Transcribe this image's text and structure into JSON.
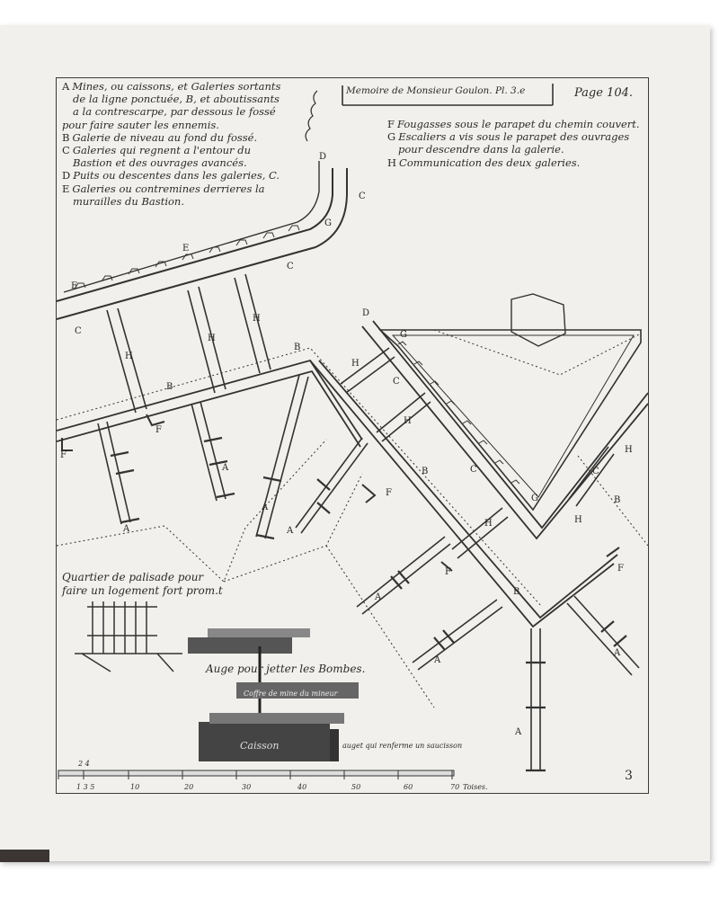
{
  "plate": {
    "title": "Memoire de Monsieur Goulon. Pl. 3.e",
    "page_ref": "Page 104.",
    "plate_number": "3"
  },
  "legend_left": [
    {
      "key": "A",
      "lines": [
        "Mines, ou caissons, et Galeries sortants",
        "de la ligne ponctuée, B, et aboutissants",
        "a la contrescarpe, par dessous le fossé",
        "pour faire sauter les ennemis."
      ]
    },
    {
      "key": "B",
      "lines": [
        "Galerie de niveau au fond du fossé."
      ]
    },
    {
      "key": "C",
      "lines": [
        "Galeries qui regnent a l'entour du",
        "Bastion et des ouvrages avancés."
      ]
    },
    {
      "key": "D",
      "lines": [
        "Puits ou descentes dans les galeries, C."
      ]
    },
    {
      "key": "E",
      "lines": [
        "Galeries ou contremines derrieres la",
        "murailles du Bastion."
      ]
    }
  ],
  "legend_right": [
    {
      "key": "F",
      "lines": [
        "Fougasses sous le parapet du chemin couvert."
      ]
    },
    {
      "key": "G",
      "lines": [
        "Escaliers a vis sous le parapet des ouvrages",
        "pour descendre dans la galerie."
      ]
    },
    {
      "key": "H",
      "lines": [
        "Communication des deux galeries."
      ]
    }
  ],
  "captions": {
    "palisade": [
      "Quartier de palisade pour",
      "faire un logement fort prom.t"
    ],
    "trough": "Auge pour jetter les Bombes.",
    "coffre": "Coffre de mine du mineur",
    "caisson": "Caisson",
    "auget": "auget qui renferme un saucisson"
  },
  "scale": {
    "unit_label": "Toises.",
    "small_marks": [
      "2",
      "4",
      "1",
      "3",
      "5"
    ],
    "ticks": [
      "10",
      "20",
      "30",
      "40",
      "50",
      "60",
      "70"
    ]
  },
  "map_labels": {
    "A": "A",
    "B": "B",
    "C": "C",
    "D": "D",
    "E": "E",
    "F": "F",
    "G": "G",
    "H": "H"
  }
}
